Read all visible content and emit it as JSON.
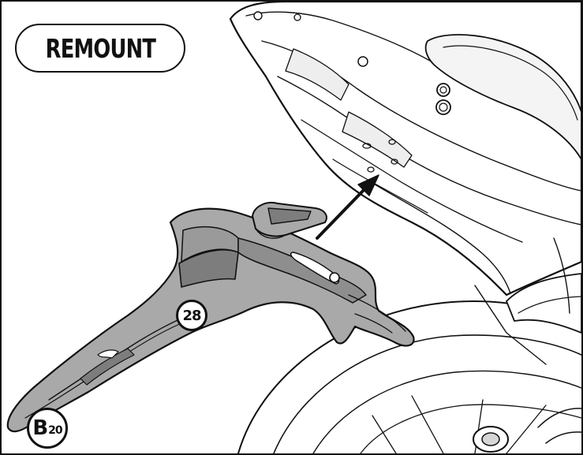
{
  "title": {
    "label": "REMOUNT"
  },
  "callouts": {
    "part_28": "28",
    "part_b": "B",
    "part_b_sub": "20"
  },
  "colors": {
    "outline": "#111111",
    "part_fill": "#a9a9a9",
    "part_shadow": "#7d7d7d",
    "frame_fill": "#f4f4f4",
    "arrow": "#111111"
  },
  "icons": [
    "direction-arrow-icon"
  ]
}
